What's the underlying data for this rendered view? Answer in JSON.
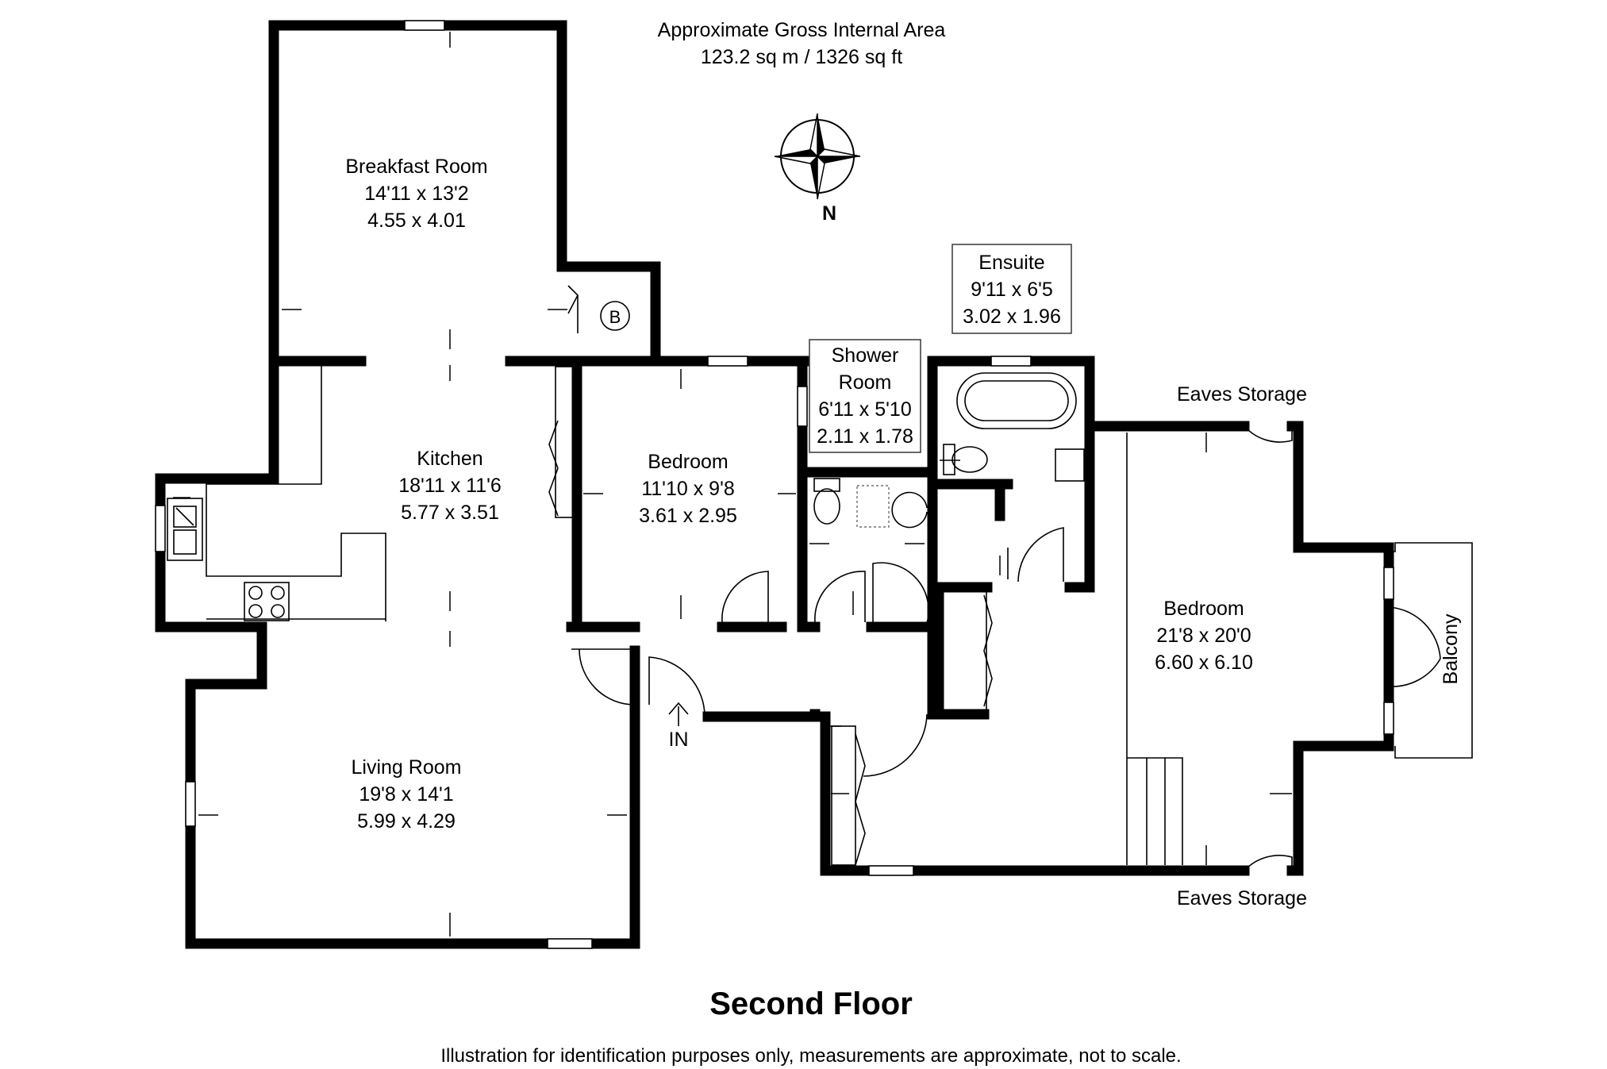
{
  "header": {
    "area_title": "Approximate Gross Internal Area",
    "area_value": "123.2 sq m / 1326 sq ft"
  },
  "compass": {
    "north_label": "N"
  },
  "rooms": [
    {
      "name": "Breakfast Room",
      "imperial": "14'11 x 13'2",
      "metric": "4.55 x 4.01"
    },
    {
      "name": "Kitchen",
      "imperial": "18'11 x 11'6",
      "metric": "5.77 x 3.51"
    },
    {
      "name": "Living Room",
      "imperial": "19'8 x 14'1",
      "metric": "5.99 x 4.29"
    },
    {
      "name": "Bedroom",
      "imperial": "11'10 x 9'8",
      "metric": "3.61 x 2.95"
    },
    {
      "name_line1": "Shower",
      "name_line2": "Room",
      "imperial": "6'11 x 5'10",
      "metric": "2.11 x 1.78"
    },
    {
      "name": "Ensuite",
      "imperial": "9'11 x 6'5",
      "metric": "3.02 x 1.96"
    },
    {
      "name": "Bedroom",
      "imperial": "21'8 x 20'0",
      "metric": "6.60 x 6.10"
    }
  ],
  "labels": {
    "boiler": "B",
    "entrance": "IN",
    "eaves_top": "Eaves Storage",
    "eaves_bottom": "Eaves Storage",
    "balcony": "Balcony"
  },
  "floor_title": "Second Floor",
  "disclaimer": "Illustration for identification purposes only, measurements are approximate, not to scale."
}
